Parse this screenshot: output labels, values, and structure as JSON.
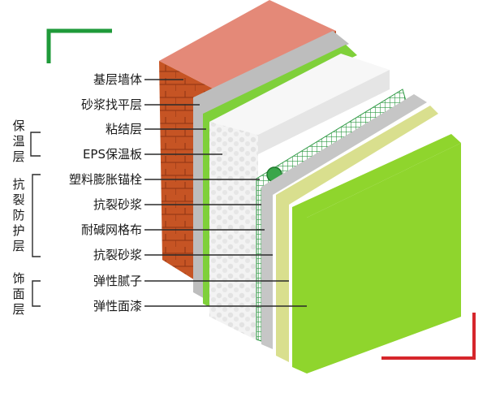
{
  "layers": [
    {
      "label": "基层墙体"
    },
    {
      "label": "砂浆找平层"
    },
    {
      "label": "粘结层"
    },
    {
      "label": "EPS保温板"
    },
    {
      "label": "塑料膨胀锚栓"
    },
    {
      "label": "抗裂砂浆"
    },
    {
      "label": "耐碱网格布"
    },
    {
      "label": "抗裂砂浆"
    },
    {
      "label": "弹性腻子"
    },
    {
      "label": "弹性面漆"
    }
  ],
  "groups": [
    {
      "label": "保温层"
    },
    {
      "label": "抗裂防护层"
    },
    {
      "label": "饰面层"
    }
  ],
  "colors": {
    "brick": "#c8582a",
    "brick_top": "#e48978",
    "mortar": "#b9b9b9",
    "glue": "#7fd03a",
    "eps": "#f2f2f2",
    "mesh": "#3aa64a",
    "putty": "#d9df8e",
    "paint": "#8fd52d",
    "corner_green": "#1f9a3a",
    "corner_red": "#d6262b"
  }
}
